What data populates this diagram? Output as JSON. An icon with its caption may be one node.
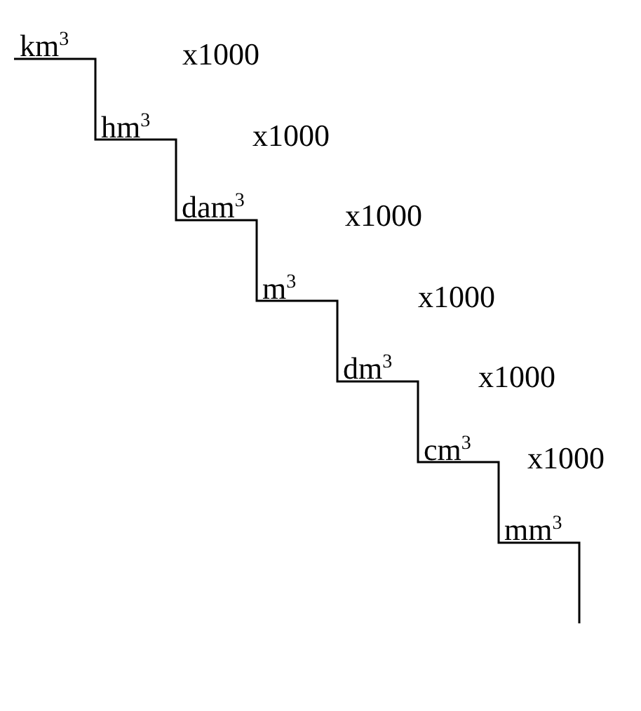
{
  "diagram": {
    "labels": [
      "km$^{3}$",
      "x1000",
      "hm$^{3}$",
      "x1000",
      "dam$^{3}$",
      "x1000",
      "m$^{3}$",
      "x1000",
      "dm$^{3}$",
      "x1000",
      "cm$^{3}$",
      "x1000",
      "mm$^{3}$"
    ]
  }
}
